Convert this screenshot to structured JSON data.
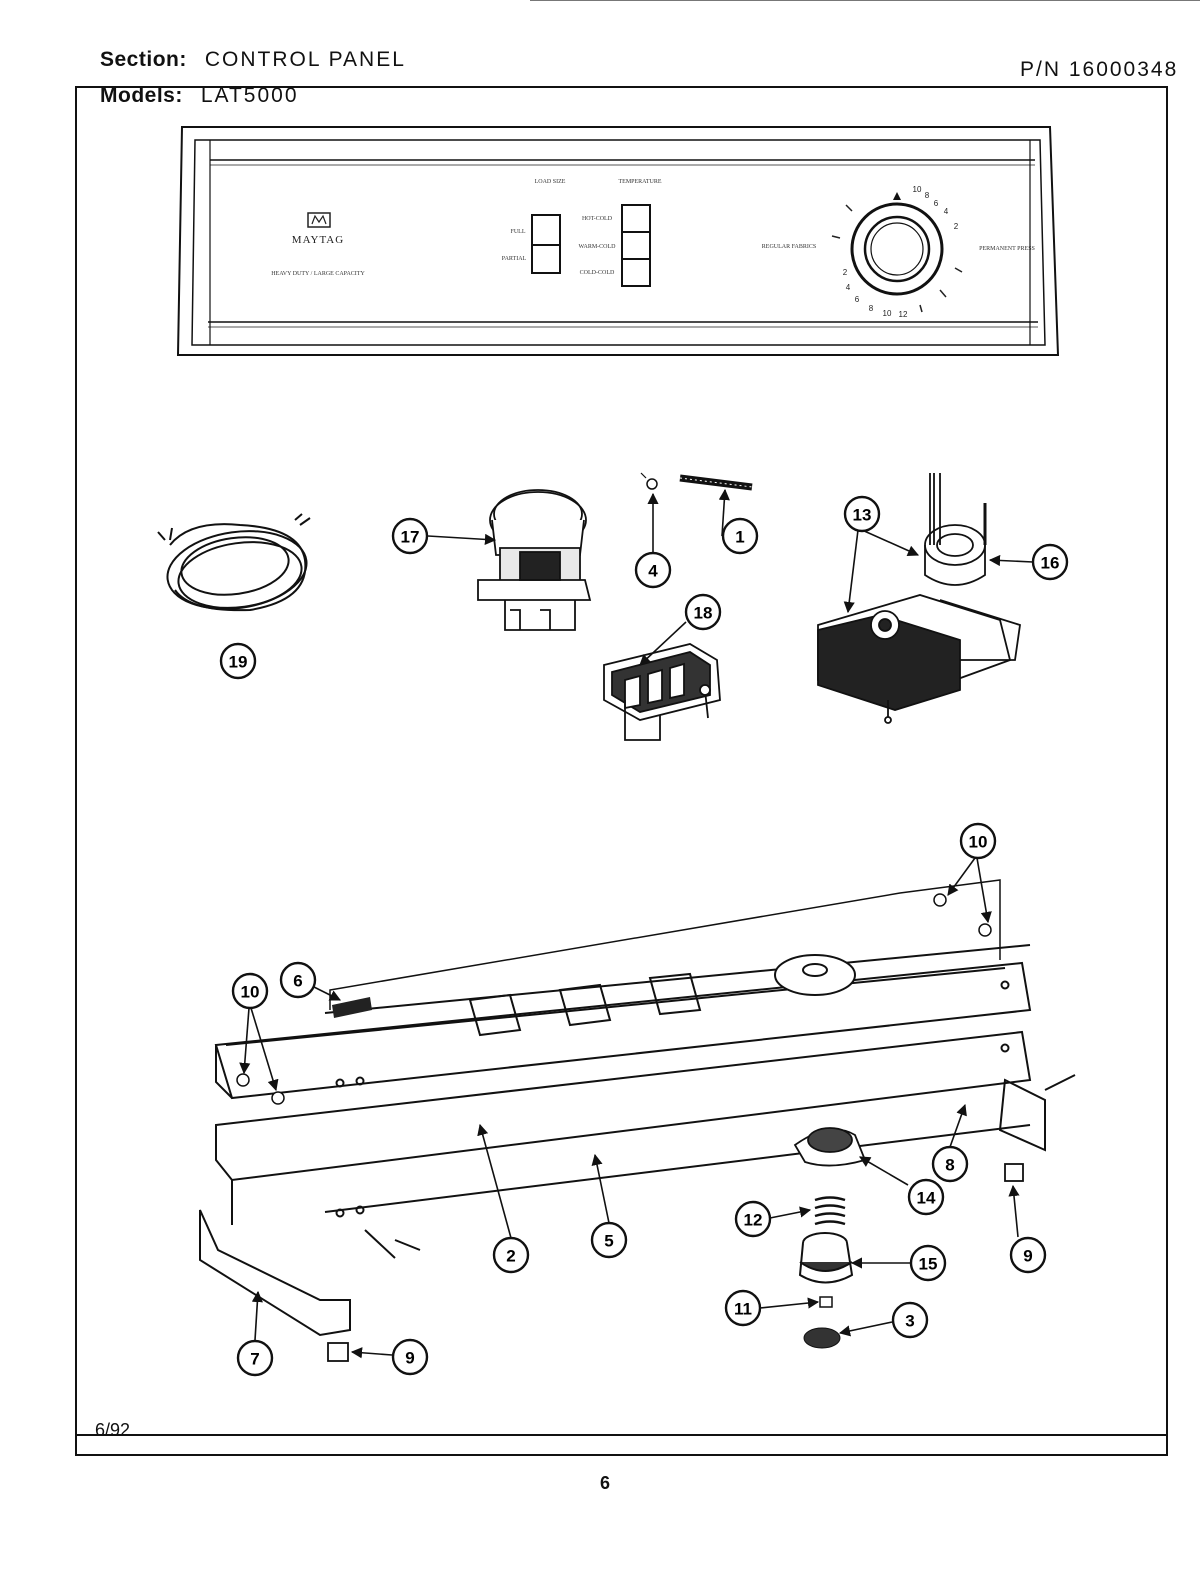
{
  "header": {
    "section_label": "Section:",
    "section_value": "CONTROL PANEL",
    "models_label": "Models:",
    "models_value": "LAT5000",
    "part_number": "P/N 16000348"
  },
  "footer": {
    "date": "6/92",
    "page_number": "6"
  },
  "panel": {
    "brand": "MAYTAG",
    "tagline": "HEAVY DUTY / LARGE CAPACITY",
    "load_size_label": "LOAD SIZE",
    "temperature_label": "TEMPERATURE",
    "load_options": [
      "FULL",
      "PARTIAL"
    ],
    "temp_options": [
      "HOT-COLD",
      "WARM-COLD",
      "COLD-COLD"
    ],
    "regular_label": "REGULAR FABRICS",
    "permanent_label": "PERMANENT PRESS",
    "dial_numbers_top": [
      "10",
      "8",
      "6",
      "4",
      "2"
    ],
    "dial_numbers_bottom": [
      "2",
      "4",
      "6",
      "8",
      "10",
      "12"
    ]
  },
  "callouts": [
    "1",
    "2",
    "3",
    "4",
    "5",
    "6",
    "7",
    "8",
    "9",
    "9",
    "10",
    "10",
    "11",
    "12",
    "13",
    "14",
    "15",
    "16",
    "17",
    "18",
    "19"
  ]
}
